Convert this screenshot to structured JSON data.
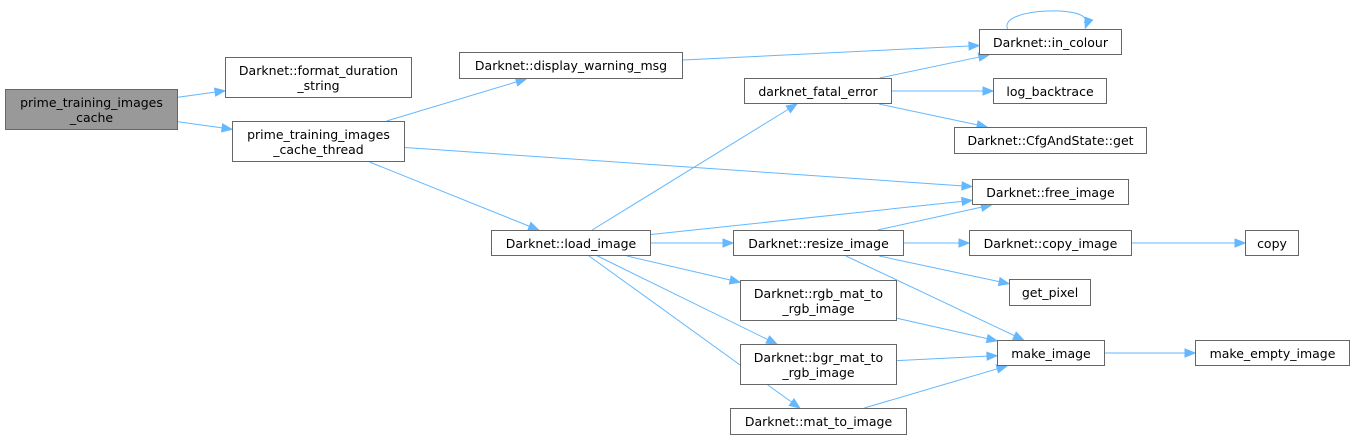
{
  "diagram": {
    "type": "call-graph",
    "colors": {
      "edge": "#63b8ff",
      "node_border": "#666666",
      "root_fill": "#999999",
      "node_fill": "#ffffff"
    },
    "nodes": [
      {
        "id": "root",
        "lines": [
          "prime_training_images",
          "_cache"
        ],
        "root": true
      },
      {
        "id": "format_duration",
        "lines": [
          "Darknet::format_duration",
          "_string"
        ]
      },
      {
        "id": "cache_thread",
        "lines": [
          "prime_training_images",
          "_cache_thread"
        ]
      },
      {
        "id": "display_warning",
        "lines": [
          "Darknet::display_warning_msg"
        ]
      },
      {
        "id": "fatal_error",
        "lines": [
          "darknet_fatal_error"
        ]
      },
      {
        "id": "in_colour",
        "lines": [
          "Darknet::in_colour"
        ]
      },
      {
        "id": "log_backtrace",
        "lines": [
          "log_backtrace"
        ]
      },
      {
        "id": "cfg_get",
        "lines": [
          "Darknet::CfgAndState::get"
        ]
      },
      {
        "id": "free_image",
        "lines": [
          "Darknet::free_image"
        ]
      },
      {
        "id": "load_image",
        "lines": [
          "Darknet::load_image"
        ]
      },
      {
        "id": "resize_image",
        "lines": [
          "Darknet::resize_image"
        ]
      },
      {
        "id": "copy_image",
        "lines": [
          "Darknet::copy_image"
        ]
      },
      {
        "id": "copy",
        "lines": [
          "copy"
        ]
      },
      {
        "id": "get_pixel",
        "lines": [
          "get_pixel"
        ]
      },
      {
        "id": "rgb_mat",
        "lines": [
          "Darknet::rgb_mat_to",
          "_rgb_image"
        ]
      },
      {
        "id": "bgr_mat",
        "lines": [
          "Darknet::bgr_mat_to",
          "_rgb_image"
        ]
      },
      {
        "id": "mat_to_image",
        "lines": [
          "Darknet::mat_to_image"
        ]
      },
      {
        "id": "make_image",
        "lines": [
          "make_image"
        ]
      },
      {
        "id": "make_empty_image",
        "lines": [
          "make_empty_image"
        ]
      }
    ],
    "edges": [
      {
        "from": "root",
        "to": "format_duration"
      },
      {
        "from": "root",
        "to": "cache_thread"
      },
      {
        "from": "cache_thread",
        "to": "display_warning"
      },
      {
        "from": "cache_thread",
        "to": "free_image"
      },
      {
        "from": "cache_thread",
        "to": "load_image"
      },
      {
        "from": "display_warning",
        "to": "in_colour"
      },
      {
        "from": "fatal_error",
        "to": "in_colour"
      },
      {
        "from": "fatal_error",
        "to": "log_backtrace"
      },
      {
        "from": "fatal_error",
        "to": "cfg_get"
      },
      {
        "from": "in_colour",
        "to": "in_colour"
      },
      {
        "from": "load_image",
        "to": "fatal_error"
      },
      {
        "from": "load_image",
        "to": "free_image"
      },
      {
        "from": "load_image",
        "to": "resize_image"
      },
      {
        "from": "load_image",
        "to": "rgb_mat"
      },
      {
        "from": "load_image",
        "to": "bgr_mat"
      },
      {
        "from": "load_image",
        "to": "mat_to_image"
      },
      {
        "from": "resize_image",
        "to": "free_image"
      },
      {
        "from": "resize_image",
        "to": "copy_image"
      },
      {
        "from": "resize_image",
        "to": "get_pixel"
      },
      {
        "from": "resize_image",
        "to": "make_image"
      },
      {
        "from": "copy_image",
        "to": "copy"
      },
      {
        "from": "rgb_mat",
        "to": "make_image"
      },
      {
        "from": "bgr_mat",
        "to": "make_image"
      },
      {
        "from": "mat_to_image",
        "to": "make_image"
      },
      {
        "from": "make_image",
        "to": "make_empty_image"
      }
    ]
  }
}
